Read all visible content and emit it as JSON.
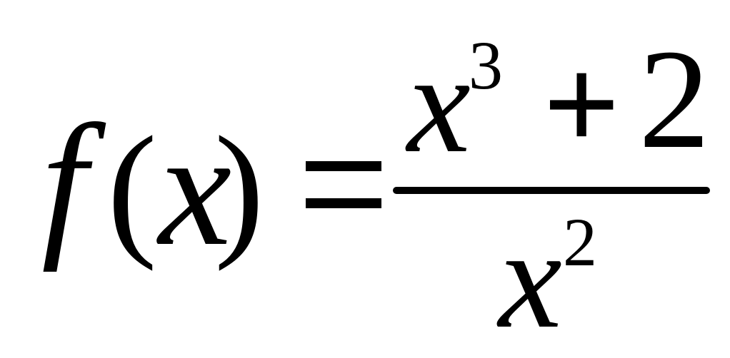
{
  "formula": {
    "lhs": {
      "function_name": "f",
      "open_paren": "(",
      "argument": "x",
      "close_paren": ")"
    },
    "equals": "=",
    "rhs": {
      "numerator": {
        "base": "x",
        "exponent": "3",
        "operator": "+",
        "constant": "2"
      },
      "denominator": {
        "base": "x",
        "exponent": "2"
      }
    }
  },
  "colors": {
    "ink": "#000000",
    "background": "#ffffff"
  }
}
